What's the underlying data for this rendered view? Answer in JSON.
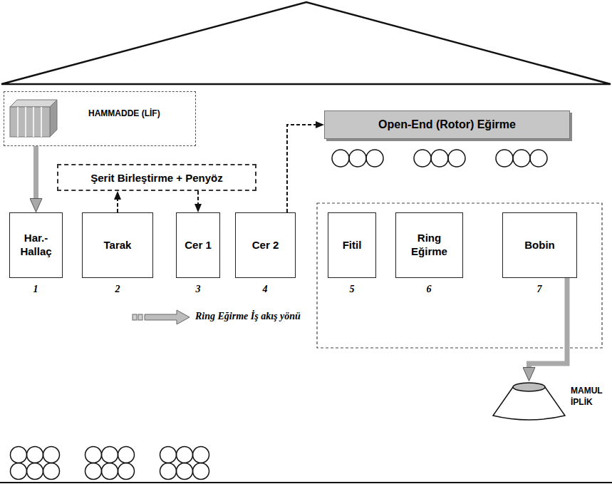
{
  "diagram": {
    "nodes": [
      {
        "text": [
          "HAMMADDE (LİF)"
        ]
      },
      {
        "text": [
          "Open-End (Rotor) Eğirme"
        ]
      },
      {
        "text": [
          "Şerit Birleştirme + Penyöz"
        ]
      },
      {
        "text": [
          "Har.- Hallaç"
        ]
      },
      {
        "text": [
          "Tarak"
        ]
      },
      {
        "text": [
          "Cer 1"
        ]
      },
      {
        "text": [
          "Cer 2"
        ]
      },
      {
        "text": [
          "Fitil"
        ]
      },
      {
        "text": [
          "Ring Eğirme"
        ]
      },
      {
        "text": [
          "Bobin"
        ]
      },
      {
        "text": [
          "MAMUL İPLİK"
        ]
      }
    ],
    "edges": [
      {
        "from": 0,
        "to": 3,
        "arrow": "to"
      },
      {
        "from": 4,
        "to": 2,
        "arrow": "to"
      },
      {
        "from": 2,
        "to": 5,
        "arrow": "to"
      },
      {
        "from": 6,
        "to": 1,
        "arrow": "to"
      },
      {
        "from": 9,
        "to": 10,
        "arrow": "to"
      }
    ],
    "labels": [
      "1",
      "2",
      "3",
      "4",
      "5",
      "6",
      "7",
      "Ring Eğirme İş akış yönü"
    ]
  }
}
